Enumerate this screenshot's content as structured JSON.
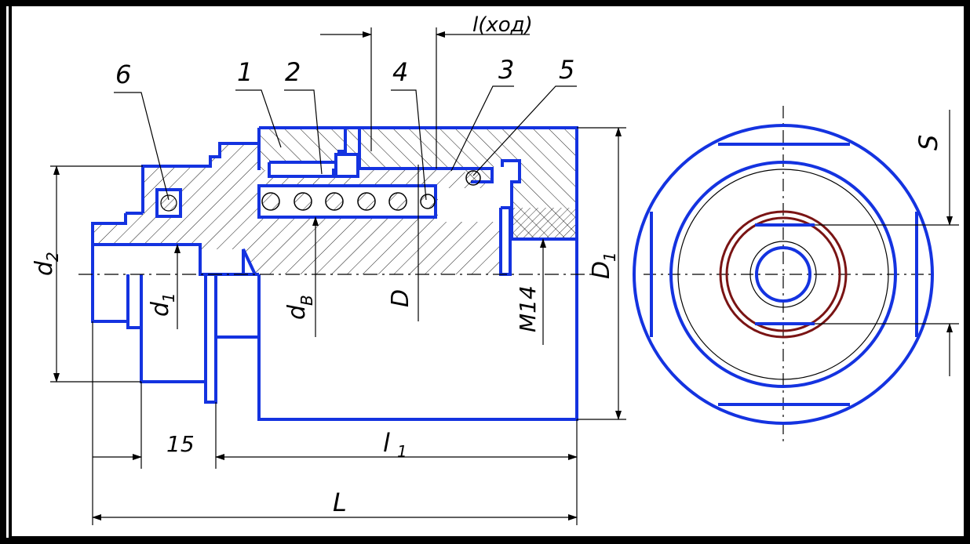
{
  "drawing": {
    "callouts": [
      "6",
      "1",
      "2",
      "4",
      "3",
      "5"
    ],
    "stroke_label": "l(ход)",
    "dims": {
      "d2": "d",
      "d2_sub": "2",
      "d1": "d",
      "d1_sub": "1",
      "dB": "d",
      "dB_sub": "B",
      "D": "D",
      "M14": "M14",
      "D1": "D",
      "D1_sub": "1",
      "fifteen": "15",
      "l1": "l",
      "l1_sub": "1",
      "L": "L",
      "S": "S"
    }
  },
  "colors": {
    "frame": "#000000",
    "paper": "#ffffff",
    "contour": "#1433e0",
    "seal_ring": "#7a1414",
    "thin": "#000000"
  }
}
